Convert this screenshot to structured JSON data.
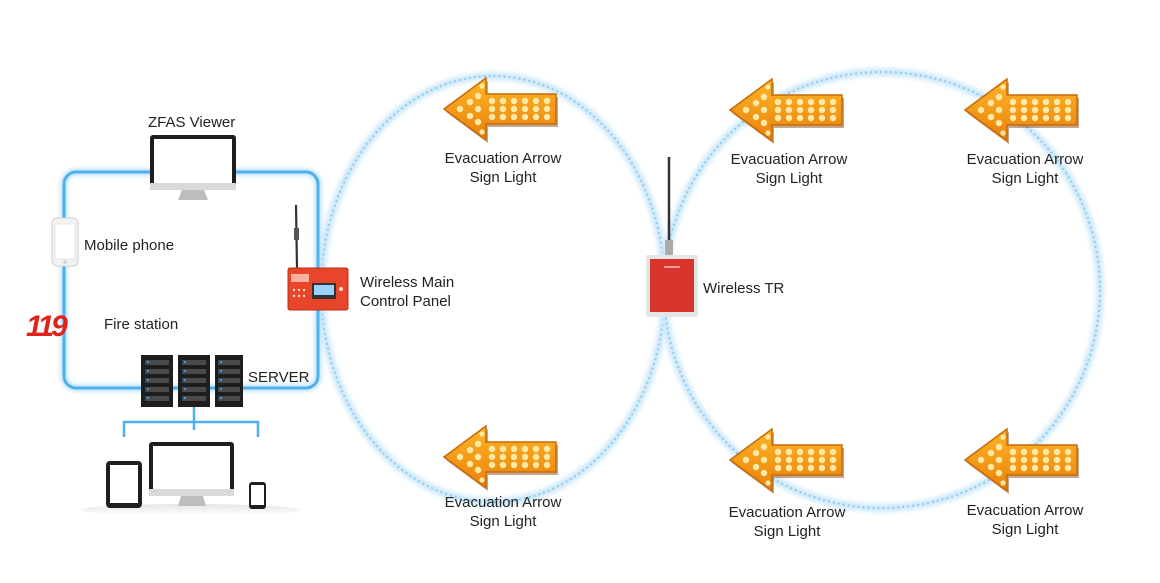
{
  "labels": {
    "zfas_viewer": "ZFAS Viewer",
    "mobile_phone": "Mobile phone",
    "fire_station": "Fire station",
    "fire_logo_text": "119",
    "server": "SERVER",
    "main_panel": [
      "Wireless Main",
      "Control Panel"
    ],
    "wireless_tr": "Wireless TR"
  },
  "arrow_signs": [
    {
      "line1": "Evacuation Arrow",
      "line2": "Sign Light"
    },
    {
      "line1": "Evacuation Arrow",
      "line2": "Sign Light"
    },
    {
      "line1": "Evacuation Arrow",
      "line2": "Sign Light"
    },
    {
      "line1": "Evacuation Arrow",
      "line2": "Sign Light"
    },
    {
      "line1": "Evacuation Arrow",
      "line2": "Sign Light"
    },
    {
      "line1": "Evacuation Arrow",
      "line2": "Sign Light"
    }
  ],
  "colors": {
    "network_line": "#5bb8f0",
    "wireless_ring": "#a9d8f4",
    "panel_red": "#e8452a",
    "tr_red": "#d9342b",
    "arrow_orange": "#f29a17",
    "arrow_bulb": "#ffe28a",
    "fire_logo": "#e2231a",
    "device_dark": "#1e1e1e"
  },
  "icons": [
    "monitor-icon",
    "mobile-phone-icon",
    "fire-station-logo",
    "server-rack-icon",
    "wireless-main-panel-icon",
    "wireless-tr-icon",
    "evacuation-arrow-icon",
    "tablet-icon",
    "desktop-icon",
    "smartphone-icon"
  ]
}
